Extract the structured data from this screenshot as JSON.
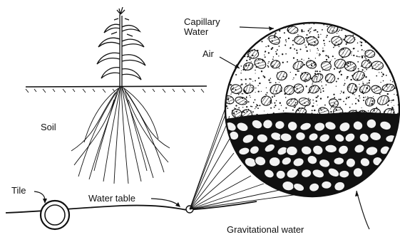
{
  "labels": {
    "capillary_line1": "Capillary",
    "capillary_line2": "Water",
    "air": "Air",
    "soil": "Soil",
    "tile": "Tile",
    "water_table": "Water table",
    "gravitational_water": "Gravitational water"
  },
  "colors": {
    "ink": "#111111",
    "paper": "#ffffff",
    "grain_fill": "#f2f2f2"
  }
}
